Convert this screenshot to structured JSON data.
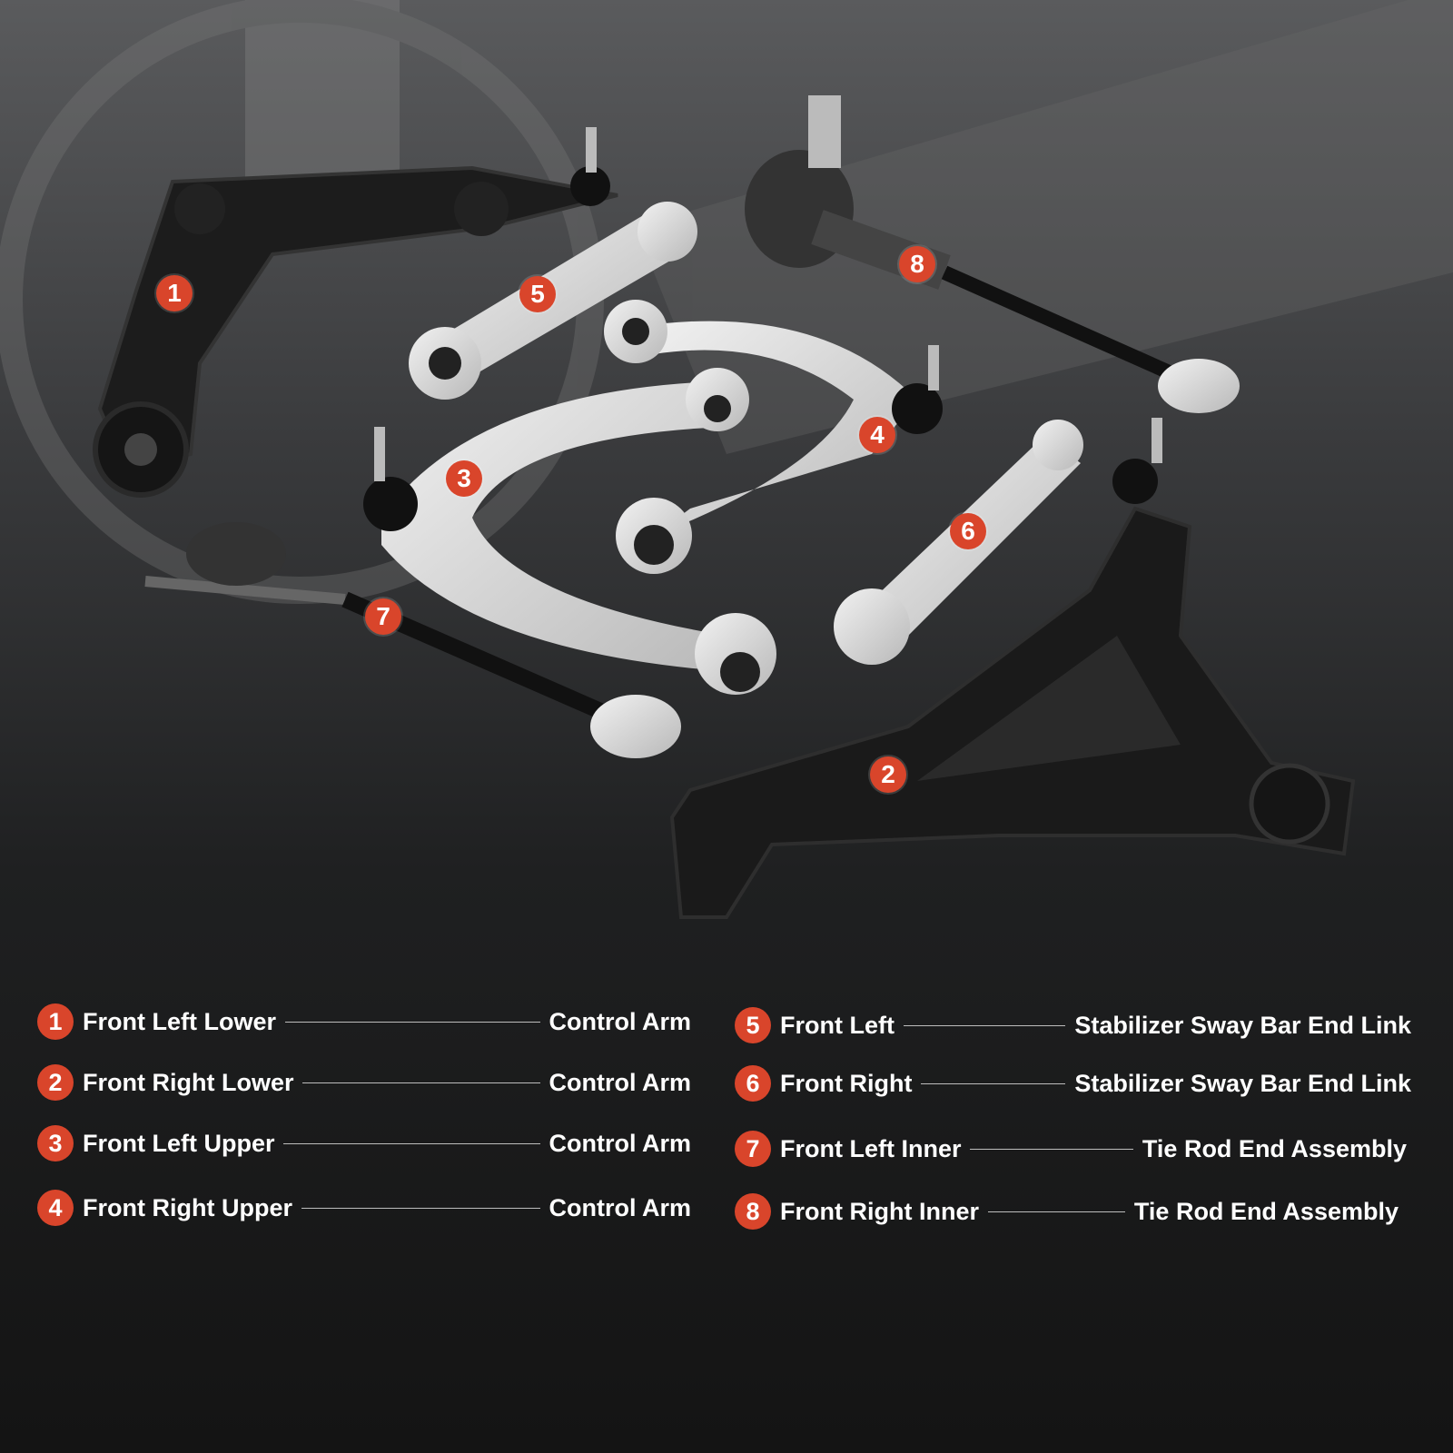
{
  "accent_color": "#d9452b",
  "markers": [
    "1",
    "2",
    "3",
    "4",
    "5",
    "6",
    "7",
    "8"
  ],
  "legend": [
    {
      "number": "1",
      "position": "Front Left Lower",
      "part": "Control Arm"
    },
    {
      "number": "2",
      "position": "Front Right Lower",
      "part": "Control Arm"
    },
    {
      "number": "3",
      "position": "Front Left Upper",
      "part": "Control Arm"
    },
    {
      "number": "4",
      "position": "Front Right Upper",
      "part": "Control Arm"
    },
    {
      "number": "5",
      "position": "Front Left",
      "part": "Stabilizer Sway Bar End Link"
    },
    {
      "number": "6",
      "position": "Front Right",
      "part": "Stabilizer Sway Bar End Link"
    },
    {
      "number": "7",
      "position": "Front Left Inner",
      "part": "Tie Rod End Assembly"
    },
    {
      "number": "8",
      "position": "Front Right Inner",
      "part": "Tie Rod End Assembly"
    }
  ]
}
